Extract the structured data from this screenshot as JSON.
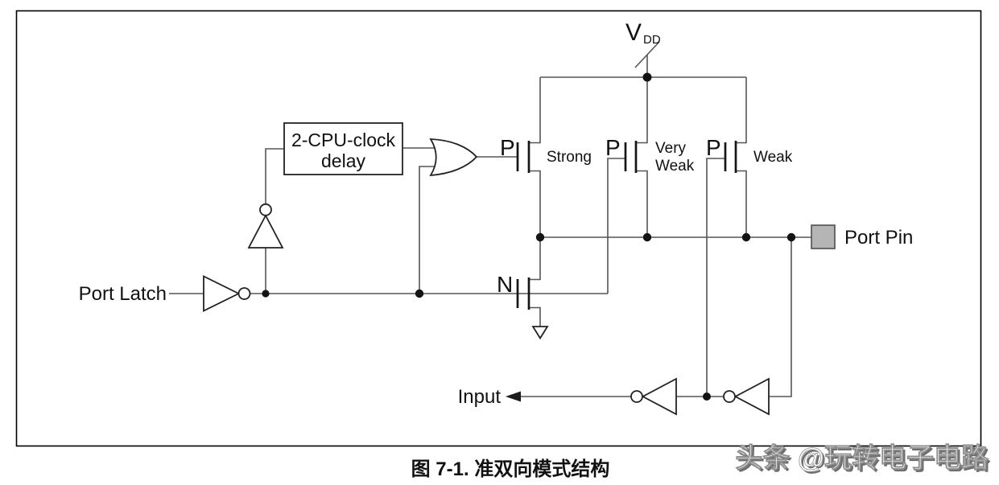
{
  "figure": {
    "caption": "图 7-1. 准双向模式结构",
    "watermark": "头条 @玩转电子电路"
  },
  "labels": {
    "port_latch": "Port Latch",
    "delay_line1": "2-CPU-clock",
    "delay_line2": "delay",
    "p_strong": "P",
    "p_very_weak": "P",
    "p_weak": "P",
    "n_label": "N",
    "strong": "Strong",
    "very_weak_line1": "Very",
    "very_weak_line2": "Weak",
    "weak": "Weak",
    "vdd_v": "V",
    "vdd_sub": "DD",
    "port_pin": "Port Pin",
    "input": "Input"
  },
  "colors": {
    "background": "#ffffff",
    "wire": "#555555",
    "component_outline": "#222222",
    "junction_dot": "#141414",
    "port_pin_fill": "#b5b5b5",
    "watermark_shadow": "#6e6e6e"
  }
}
